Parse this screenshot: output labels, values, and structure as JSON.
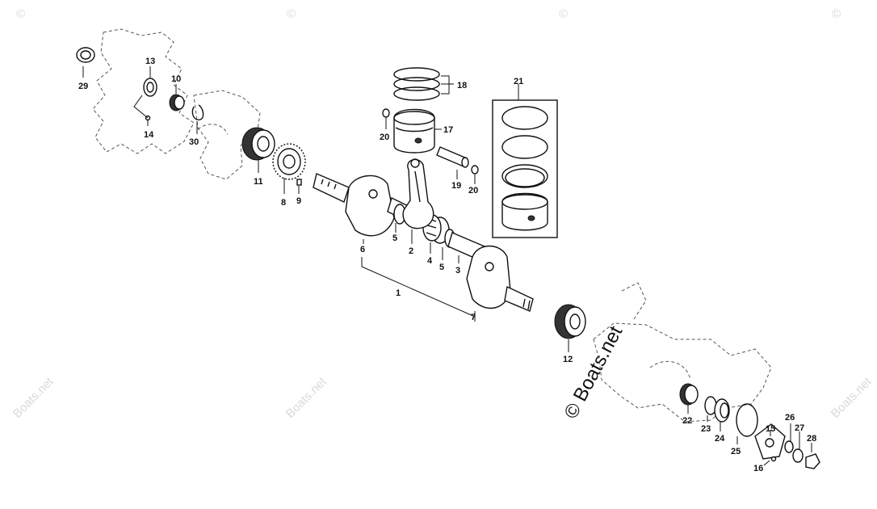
{
  "watermark": {
    "small_text": "Boats.net",
    "copyright_symbol": "©",
    "big_text": "© Boats.net"
  },
  "parts": [
    {
      "id": "p1",
      "label": "1"
    },
    {
      "id": "p2",
      "label": "2"
    },
    {
      "id": "p3",
      "label": "3"
    },
    {
      "id": "p4",
      "label": "4"
    },
    {
      "id": "p5a",
      "label": "5"
    },
    {
      "id": "p5b",
      "label": "5"
    },
    {
      "id": "p6",
      "label": "6"
    },
    {
      "id": "p7",
      "label": "7"
    },
    {
      "id": "p8",
      "label": "8"
    },
    {
      "id": "p9",
      "label": "9"
    },
    {
      "id": "p10",
      "label": "10"
    },
    {
      "id": "p11",
      "label": "11"
    },
    {
      "id": "p12",
      "label": "12"
    },
    {
      "id": "p13",
      "label": "13"
    },
    {
      "id": "p14",
      "label": "14"
    },
    {
      "id": "p15",
      "label": "15"
    },
    {
      "id": "p16",
      "label": "16"
    },
    {
      "id": "p17",
      "label": "17"
    },
    {
      "id": "p18",
      "label": "18"
    },
    {
      "id": "p19",
      "label": "19"
    },
    {
      "id": "p20a",
      "label": "20"
    },
    {
      "id": "p20b",
      "label": "20"
    },
    {
      "id": "p21",
      "label": "21"
    },
    {
      "id": "p22",
      "label": "22"
    },
    {
      "id": "p23",
      "label": "23"
    },
    {
      "id": "p24",
      "label": "24"
    },
    {
      "id": "p25",
      "label": "25"
    },
    {
      "id": "p26",
      "label": "26"
    },
    {
      "id": "p27",
      "label": "27"
    },
    {
      "id": "p28",
      "label": "28"
    },
    {
      "id": "p29",
      "label": "29"
    },
    {
      "id": "p30",
      "label": "30"
    }
  ]
}
